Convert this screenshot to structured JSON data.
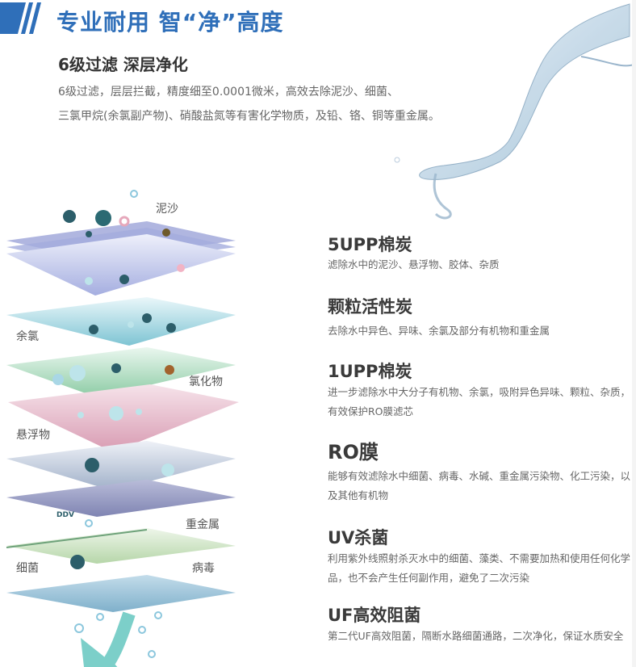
{
  "header": {
    "title": "专业耐用 智“净”高度",
    "accent_color": "#2f6fb9"
  },
  "intro": {
    "subtitle": "6级过滤 深层净化",
    "lines": [
      "6级过滤，层层拦截，精度细至0.0001微米，高效去除泥沙、细菌、",
      "三氯甲烷(余氯副产物)、硝酸盐氮等有害化学物质，及铅、铬、铜等重金属。"
    ]
  },
  "diagram": {
    "labels": {
      "sand": "泥沙",
      "residual_chlorine": "余氯",
      "chloride": "氯化物",
      "suspended": "悬浮物",
      "heavy_metal": "重金属",
      "bacteria": "细菌",
      "virus": "病毒",
      "ddv": "DDV"
    }
  },
  "features": [
    {
      "title": "5UPP棉炭",
      "desc": "滤除水中的泥沙、悬浮物、胶体、杂质"
    },
    {
      "title": "颗粒活性炭",
      "desc": "去除水中异色、异味、余氯及部分有机物和重金属"
    },
    {
      "title": "1UPP棉炭",
      "desc": "进一步滤除水中大分子有机物、余氯，吸附异色异味、颗粒、杂质，有效保护RO膜滤芯"
    },
    {
      "title": "RO膜",
      "desc": "能够有效滤除水中细菌、病毒、水碱、重金属污染物、化工污染，以及其他有机物"
    },
    {
      "title": "UV杀菌",
      "desc": "利用紫外线照射杀灭水中的细菌、藻类、不需要加热和使用任何化学品，也不会产生任何副作用，避免了二次污染"
    },
    {
      "title": "UF高效阻菌",
      "desc": "第二代UF高效阻菌，隔断水路细菌通路，二次净化，保证水质安全"
    }
  ]
}
